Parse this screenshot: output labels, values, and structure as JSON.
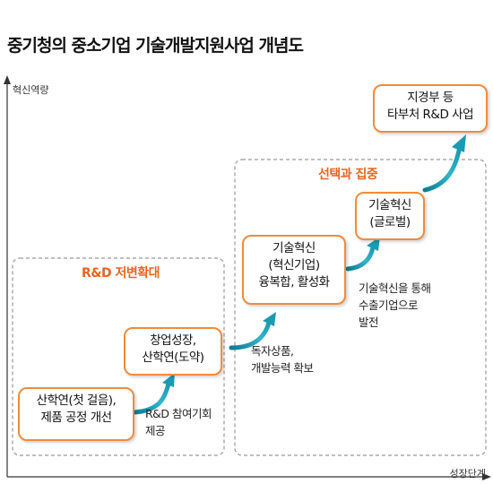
{
  "title": "중기청의 중소기업 기술개발지원사업 개념도",
  "y_axis_label": "혁신역량",
  "x_axis_label": "성장단계",
  "zones": {
    "rd_expansion": "R&D 저변확대",
    "selection": "선택과 집중"
  },
  "boxes": {
    "startup": [
      "산학연(첫 걸음),",
      "제품 공정 개선"
    ],
    "growth": [
      "창업성장,",
      "산학연(도약)"
    ],
    "innovation": [
      "기술혁신",
      "(혁신기업)",
      "융복합, 활성화"
    ],
    "global": [
      "기술혁신",
      "(글로벌)"
    ],
    "other": [
      "지경부 등",
      "타부처 R&D 사업"
    ]
  },
  "notes": {
    "rd_participation": [
      "R&D 참여기회",
      "제공"
    ],
    "product": [
      "독자상품,",
      "개발능력 확보"
    ],
    "export": [
      "기술혁신을 통해",
      "수출기업으로",
      "발전"
    ]
  }
}
